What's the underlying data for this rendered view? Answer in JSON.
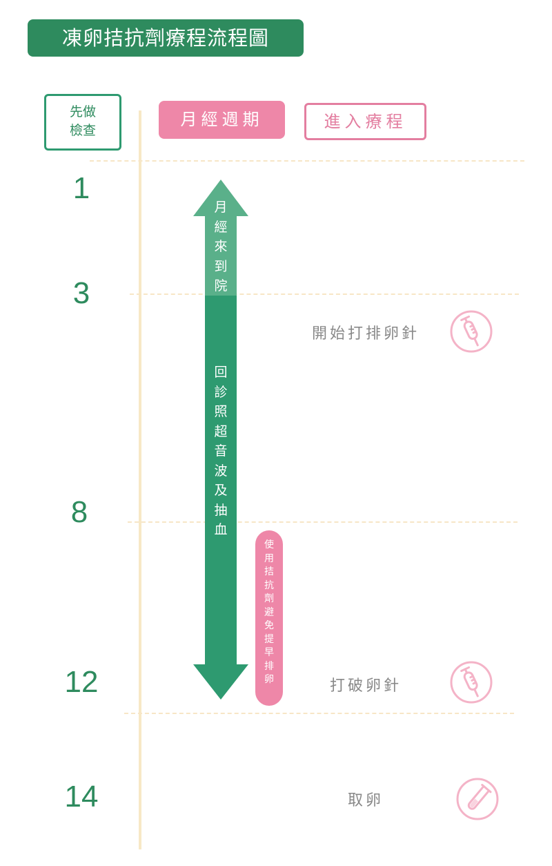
{
  "title": "凍卵拮抗劑療程流程圖",
  "check_box": {
    "line1": "先做",
    "line2": "檢查"
  },
  "headers": {
    "cycle": "月經週期",
    "treatment": "進入療程"
  },
  "days": [
    "1",
    "3",
    "8",
    "12",
    "14"
  ],
  "arrow": {
    "top_text": "月經來到院",
    "main_text": "回診照超音波及抽血"
  },
  "antagonist_note": "使用拮抗劑避免提早排卵",
  "steps": [
    {
      "label": "開始打排卵針",
      "icon": "syringe-icon"
    },
    {
      "label": "打破卵針",
      "icon": "syringe-icon"
    },
    {
      "label": "取卵",
      "icon": "test-tube-icon"
    }
  ],
  "colors": {
    "green": "#2e8b5e",
    "light_green": "#5ab08a",
    "pink": "#ee87a8",
    "icon_pink": "#f4b3c7",
    "line": "#f7e8c6"
  }
}
